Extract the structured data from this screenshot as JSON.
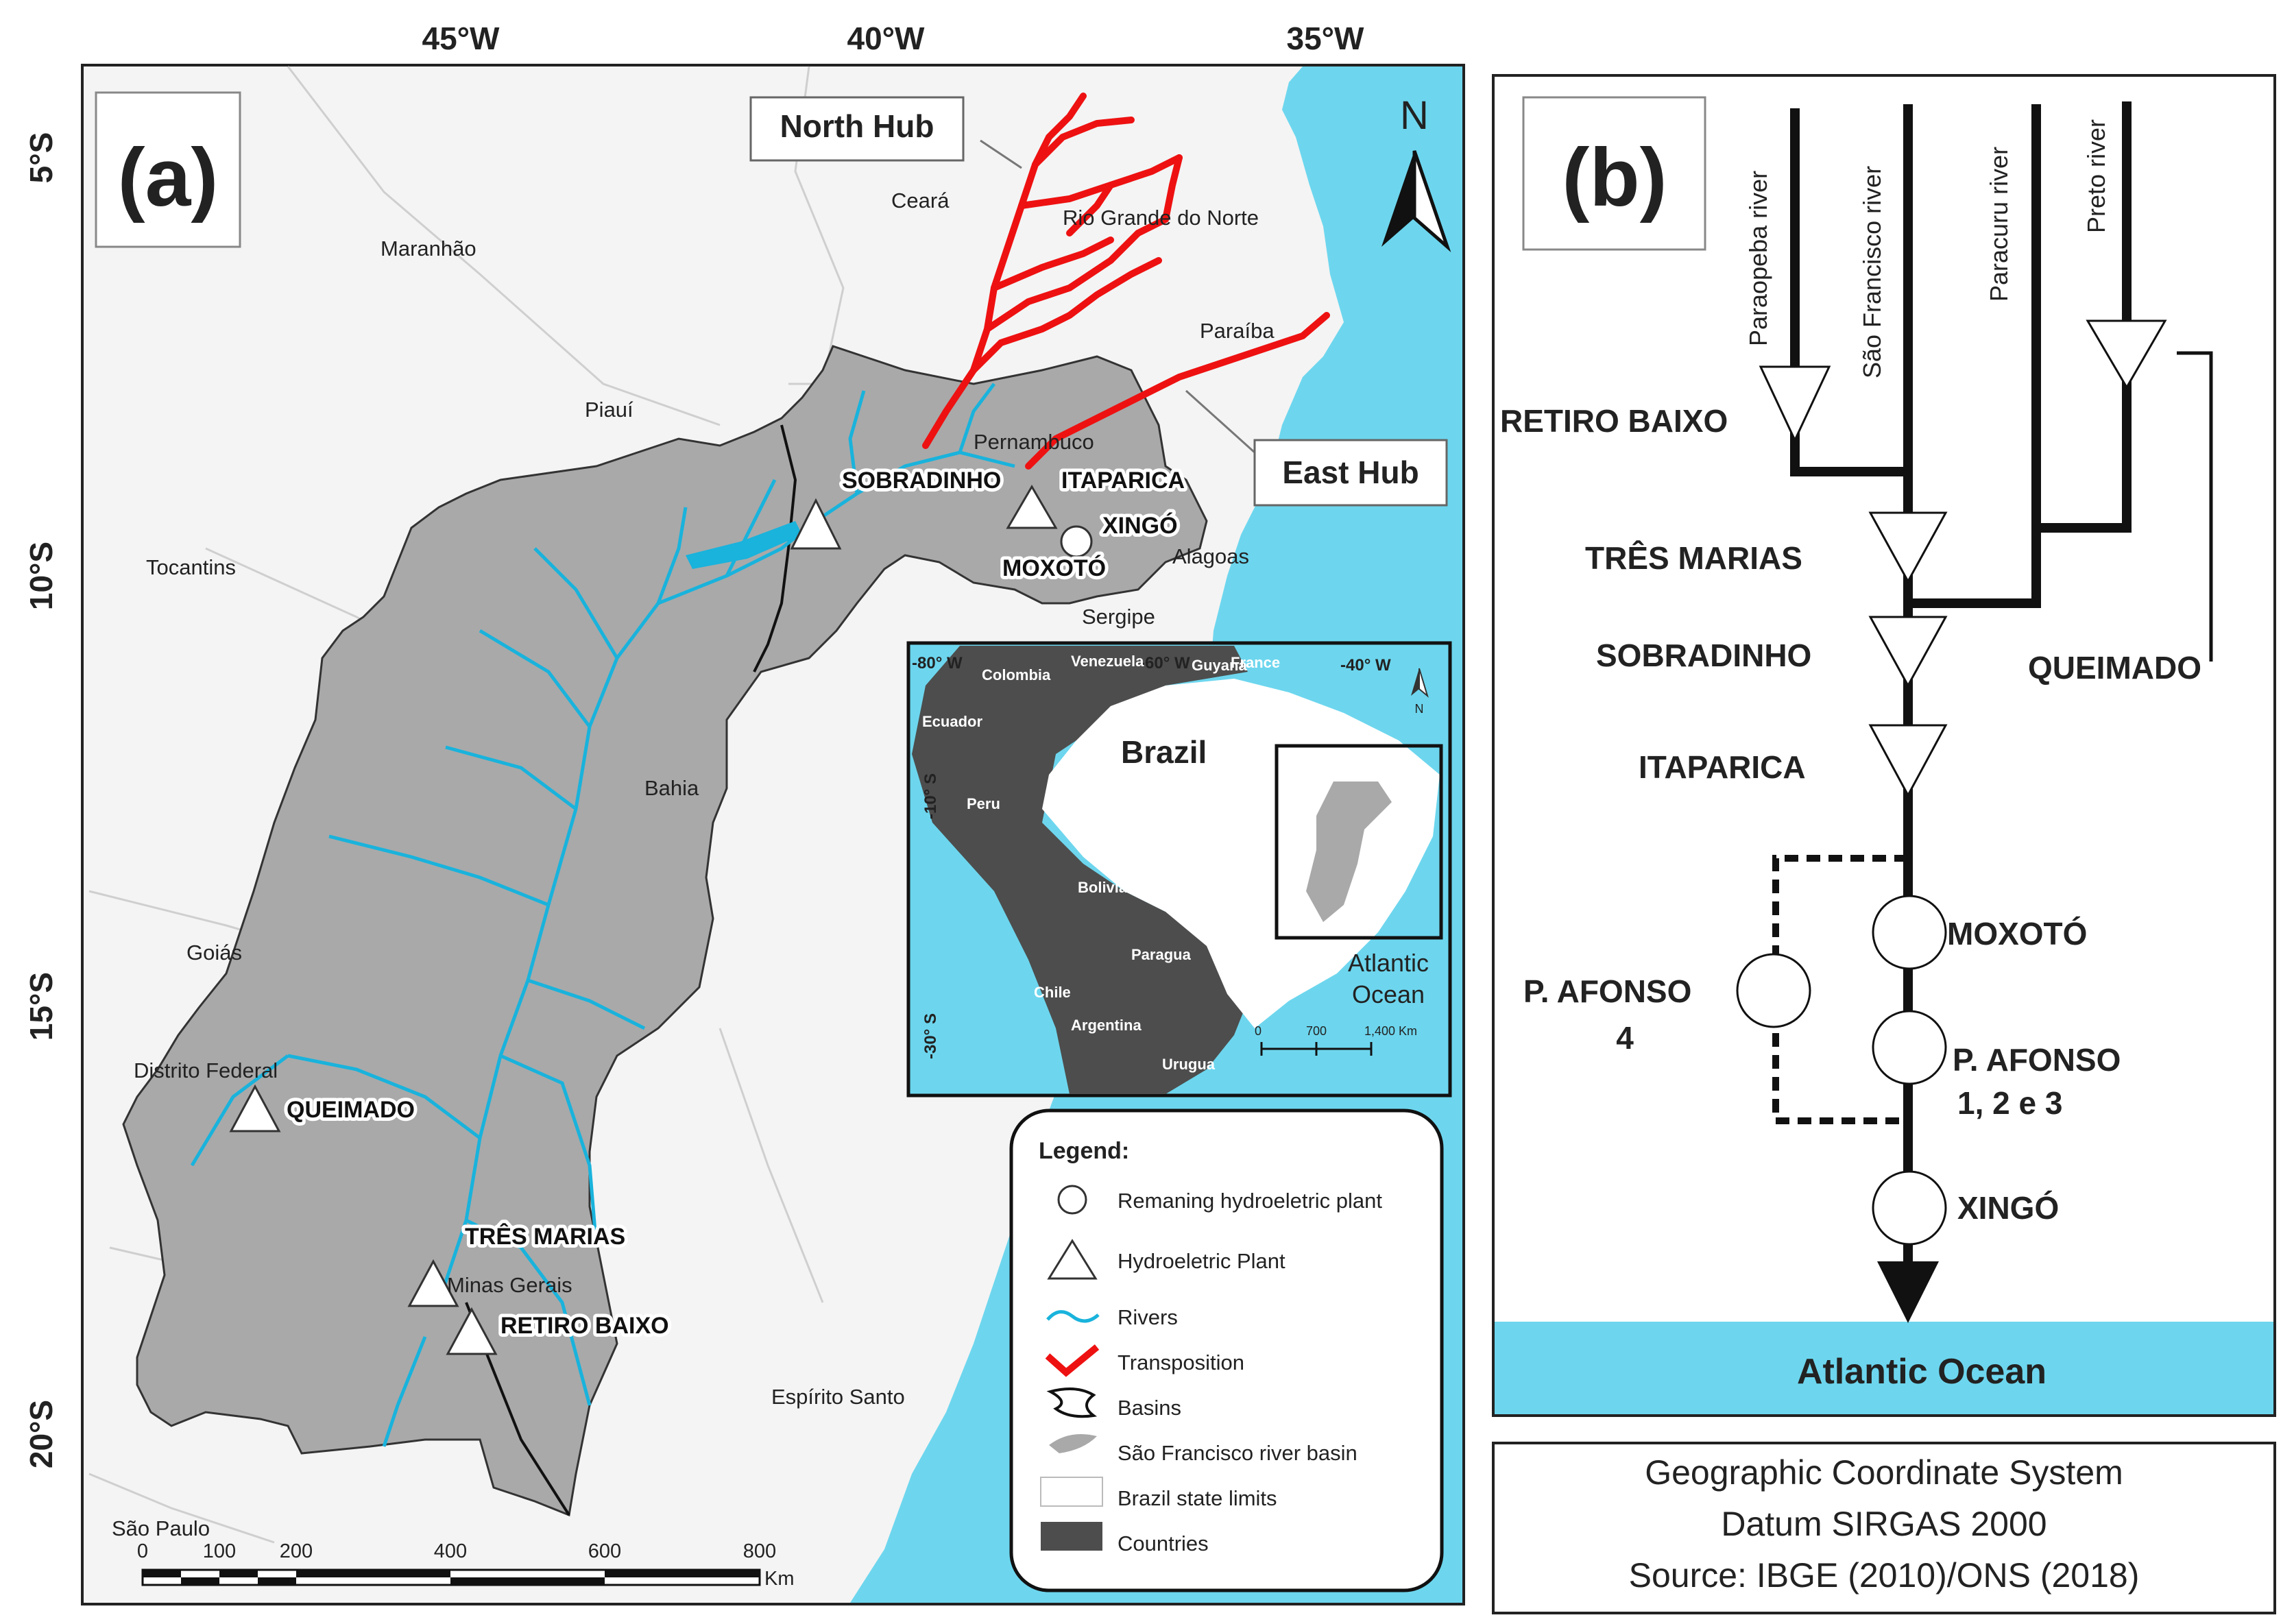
{
  "panel_a": {
    "label": "(a)",
    "lon_ticks": [
      "45°W",
      "40°W",
      "35°W"
    ],
    "lat_ticks": [
      "5°S",
      "10°S",
      "15°S",
      "20°S"
    ],
    "hubs": {
      "north": "North Hub",
      "east": "East Hub"
    },
    "north_arrow": "N",
    "states": [
      "Ceará",
      "Rio Grande do Norte",
      "Maranhão",
      "Paraíba",
      "Piauí",
      "Pernambuco",
      "Tocantins",
      "Alagoas",
      "Sergipe",
      "Bahia",
      "Goiás",
      "Distrito Federal",
      "Minas Gerais",
      "Espírito Santo",
      "São Paulo"
    ],
    "plants": [
      "SOBRADINHO",
      "ITAPARICA",
      "XINGÓ",
      "MOXOTÓ",
      "QUEIMADO",
      "TRÊS MARIAS",
      "RETIRO BAIXO"
    ],
    "scale": {
      "ticks": [
        "0",
        "100",
        "200",
        "400",
        "600",
        "800"
      ],
      "unit": "Km"
    }
  },
  "inset": {
    "lon_ticks": [
      "-80° W",
      "-60° W",
      "-40° W"
    ],
    "lat_ticks": [
      "-10° S",
      "-30° S"
    ],
    "countries": [
      "Colombia",
      "Venezuela",
      "Guyana",
      "France",
      "Ecuador",
      "Peru",
      "Bolivia",
      "Paragua",
      "Chile",
      "Argentina",
      "Urugua"
    ],
    "brazil": "Brazil",
    "ocean": [
      "Atlantic",
      "Ocean"
    ],
    "north": "N",
    "scale": {
      "ticks": [
        "0",
        "700",
        "1,400 Km"
      ]
    }
  },
  "legend": {
    "title": "Legend:",
    "items": [
      "Remaning hydroeletric plant",
      "Hydroeletric Plant",
      "Rivers",
      "Transposition",
      "Basins",
      "São Francisco river basin",
      "Brazil state limits",
      "Countries"
    ]
  },
  "panel_b": {
    "label": "(b)",
    "rivers": [
      "Paraopeba river",
      "São Francisco river",
      "Paracuru river",
      "Preto river"
    ],
    "plants": {
      "retiro_baixo": "RETIRO BAIXO",
      "tres_marias": "TRÊS MARIAS",
      "sobradinho": "SOBRADINHO",
      "itaparica": "ITAPARICA",
      "queimado": "QUEIMADO",
      "moxoto": "MOXOTÓ",
      "p_afonso_4_line1": "P. AFONSO",
      "p_afonso_4_line2": "4",
      "p_afonso_123_line1": "P. AFONSO",
      "p_afonso_123_line2": "1, 2 e 3",
      "xingo": "XINGÓ"
    },
    "ocean": "Atlantic Ocean"
  },
  "source_box": [
    "Geographic Coordinate System",
    "Datum SIRGAS 2000",
    "Source: IBGE (2010)/ONS (2018)"
  ],
  "colors": {
    "ocean": "#6dd6ee",
    "basin": "#a9a9a9",
    "river": "#19b3dc",
    "transposition": "#ee1111",
    "countries": "#4d4d4d"
  }
}
